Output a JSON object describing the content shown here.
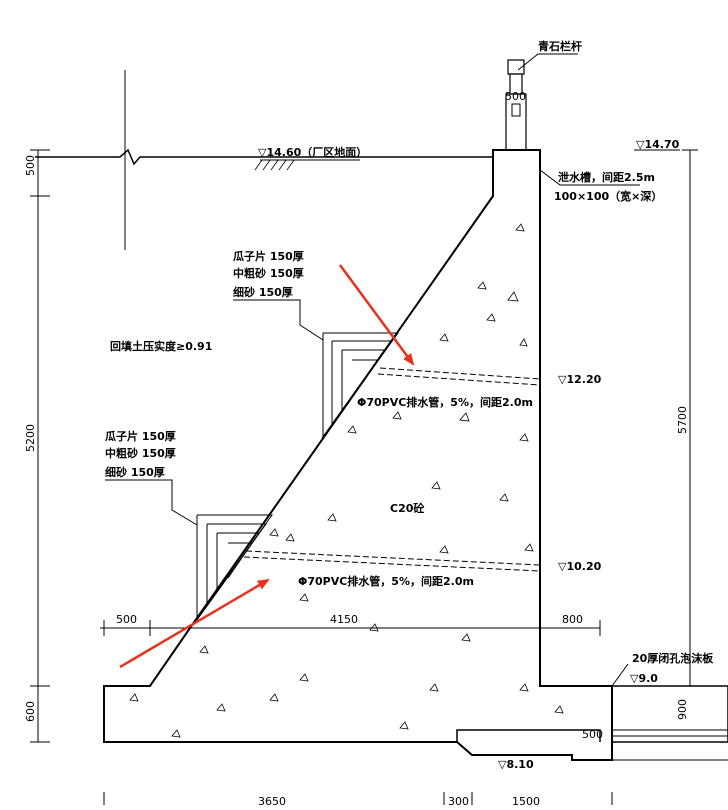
{
  "labels": {
    "railing": "青石栏杆",
    "railing_dim": "500",
    "ground_level": "▽14.60（厂区地面）",
    "top_level": "▽14.70",
    "groove_line1": "泄水槽，间距2.5m",
    "groove_line2": "100×100（宽×深）",
    "fill_upper": [
      "瓜子片 150厚",
      "中粗砂 150厚",
      "细砂 150厚"
    ],
    "fill_lower": [
      "瓜子片 150厚",
      "中粗砂 150厚",
      "细砂 150厚"
    ],
    "compaction": "回填土压实度≥0.91",
    "pipe_upper": "Φ70PVC排水管，5%，间距2.0m",
    "pipe_lower": "Φ70PVC排水管，5%，间距2.0m",
    "level_1220": "▽12.20",
    "level_1020": "▽10.20",
    "concrete": "C20砼",
    "level_900": "▽9.0",
    "slab": "20厚闭孔泡沫板",
    "level_810": "▽8.10",
    "dim_500_left": "500",
    "dim_4150": "4150",
    "dim_800": "800",
    "dim_500_base": "500",
    "dim_900": "900",
    "dim_3650": "3650",
    "dim_300": "300",
    "dim_1500": "1500",
    "dim_left_500": "500",
    "dim_left_5200": "5200",
    "dim_left_600": "600",
    "dim_right_5700": "5700"
  },
  "colors": {
    "line": "#000000",
    "arrow": "#e8321e",
    "background": "#ffffff"
  }
}
